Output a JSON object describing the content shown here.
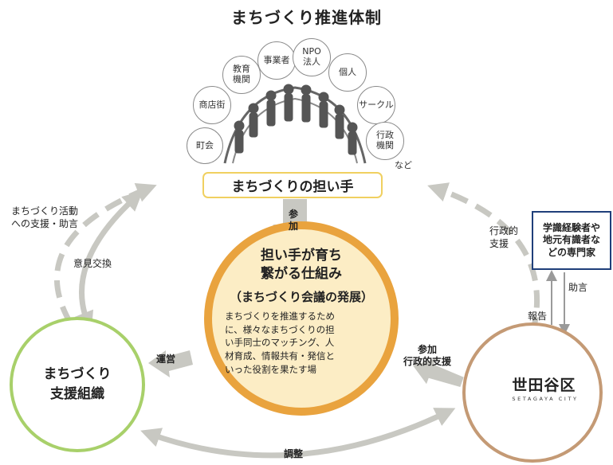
{
  "title": "まちづくり推進体制",
  "actors": [
    {
      "label": "町会"
    },
    {
      "label": "商店街"
    },
    {
      "label": "教育\n機関"
    },
    {
      "label": "事業者"
    },
    {
      "label": "NPO\n法人"
    },
    {
      "label": "個人"
    },
    {
      "label": "サークル"
    },
    {
      "label": "行政\n機関"
    }
  ],
  "actors_suffix": "など",
  "ninaite_label": "まちづくりの担い手",
  "center": {
    "title": "担い手が育ち\n繋がる仕組み",
    "subtitle": "（まちづくり会議の発展）",
    "body": "まちづくりを推進するため\nに、様々なまちづくりの担\nい手同士のマッチング、人\n材育成、情報共有・発信と\nいった役割を果たす場"
  },
  "support_org": "まちづくり\n支援組織",
  "ward": {
    "name": "世田谷区",
    "name_en": "SETAGAYA CITY"
  },
  "experts": "学識経験者や\n地元有識者な\nどの専門家",
  "arrow_labels": {
    "sanka_top": "参\n加",
    "support_advice": "まちづくり活動\nへの支援・助言",
    "opinion_exchange": "意見交換",
    "admin_support": "行政的\n支援",
    "report": "報告",
    "advice": "助言",
    "sanka_right": "参加\n行政的支援",
    "unei": "運営",
    "chosei": "調整"
  },
  "colors": {
    "ninaite_border": "#f0d060",
    "center_fill": "#fcedc5",
    "center_ring": "#e9a33e",
    "support_ring": "#a8d06a",
    "ward_ring": "#c49a75",
    "expert_border": "#1f3f7a",
    "arrow_gray": "#c8c8c2"
  }
}
